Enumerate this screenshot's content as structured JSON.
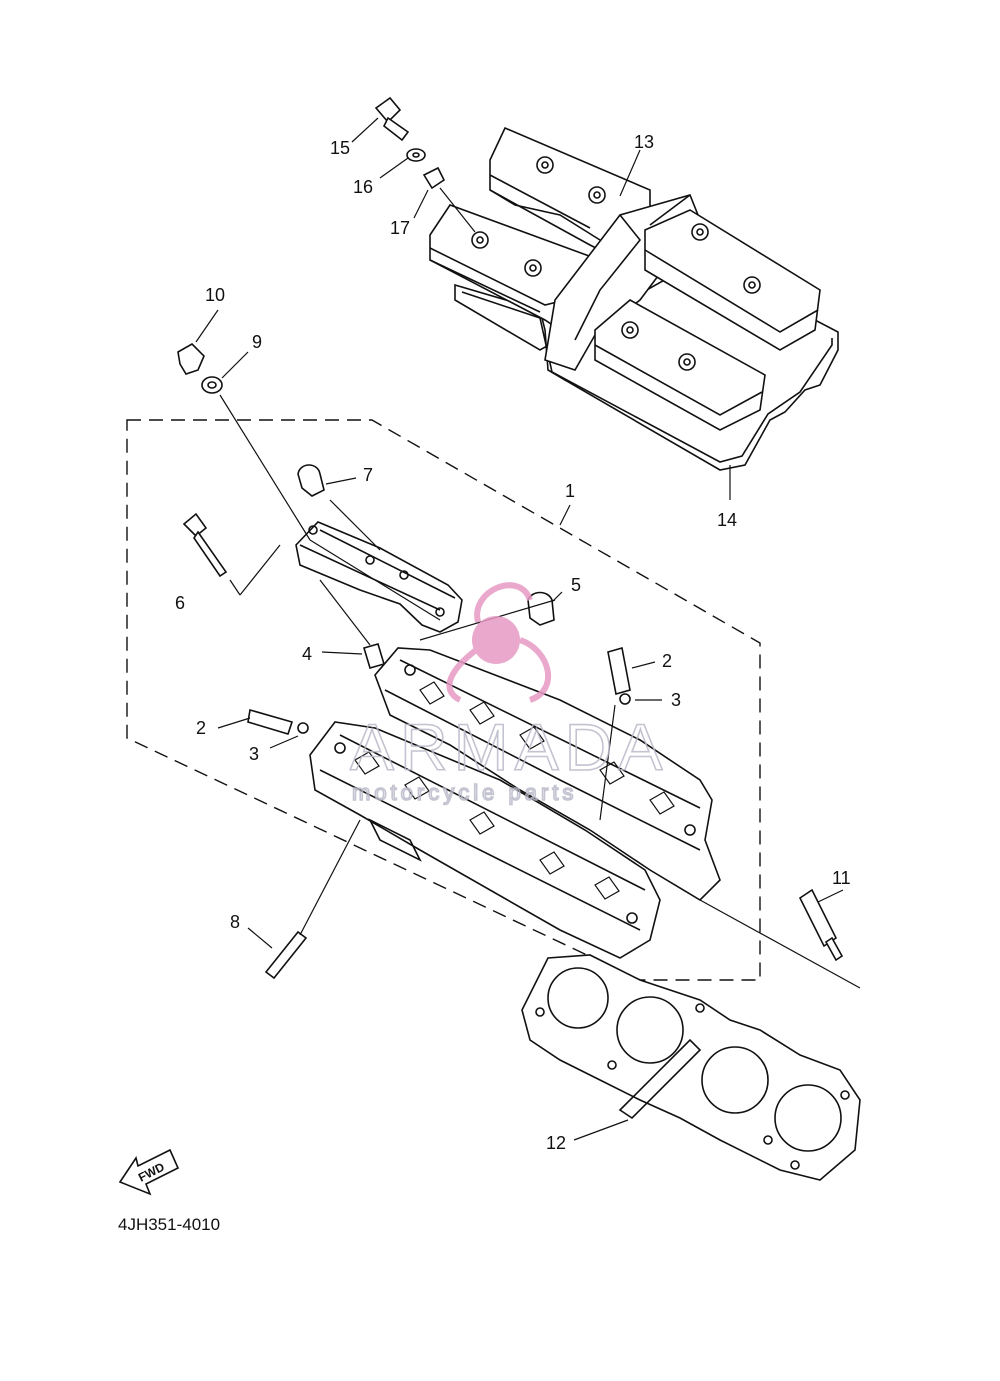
{
  "diagram": {
    "part_code": "4JH351-4010",
    "direction_label": "FWD",
    "watermark": {
      "brand": "ARMADA",
      "subtitle": "motorcycle parts",
      "color": "#e79ac4"
    },
    "callouts": [
      {
        "id": "1",
        "text": "1"
      },
      {
        "id": "2a",
        "text": "2"
      },
      {
        "id": "2b",
        "text": "2"
      },
      {
        "id": "3a",
        "text": "3"
      },
      {
        "id": "3b",
        "text": "3"
      },
      {
        "id": "4",
        "text": "4"
      },
      {
        "id": "5",
        "text": "5"
      },
      {
        "id": "6",
        "text": "6"
      },
      {
        "id": "7",
        "text": "7"
      },
      {
        "id": "8",
        "text": "8"
      },
      {
        "id": "9",
        "text": "9"
      },
      {
        "id": "10",
        "text": "10"
      },
      {
        "id": "11",
        "text": "11"
      },
      {
        "id": "12",
        "text": "12"
      },
      {
        "id": "13",
        "text": "13"
      },
      {
        "id": "14",
        "text": "14"
      },
      {
        "id": "15",
        "text": "15"
      },
      {
        "id": "16",
        "text": "16"
      },
      {
        "id": "17",
        "text": "17"
      }
    ]
  }
}
